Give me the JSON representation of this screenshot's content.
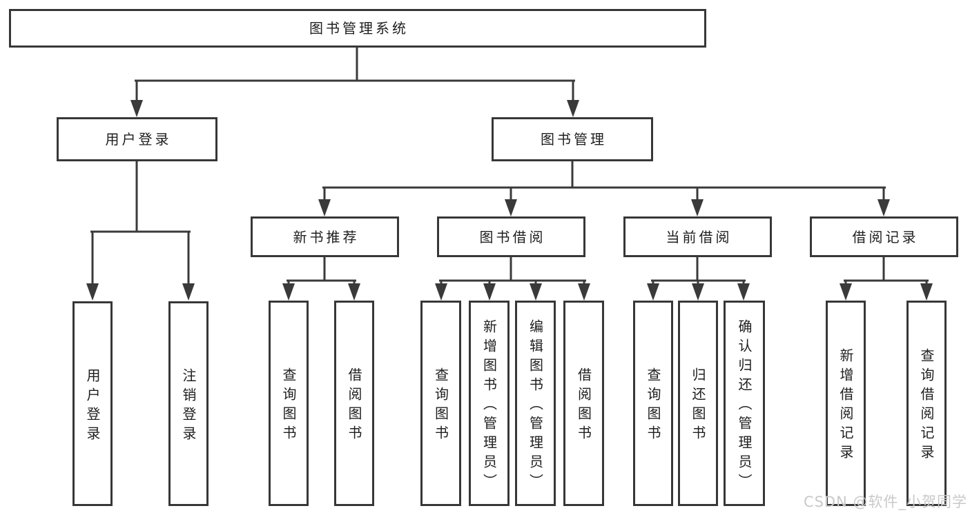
{
  "diagram": {
    "root": {
      "label": "图书管理系统"
    },
    "level2": [
      {
        "label": "用户登录",
        "children": [
          {
            "label": "用户登录"
          },
          {
            "label": "注销登录"
          }
        ]
      },
      {
        "label": "图书管理",
        "sections": [
          {
            "label": "新书推荐",
            "children": [
              {
                "label": "查询图书"
              },
              {
                "label": "借阅图书"
              }
            ]
          },
          {
            "label": "图书借阅",
            "children": [
              {
                "label": "查询图书"
              },
              {
                "label": "新增图书（管理员）"
              },
              {
                "label": "编辑图书（管理员）"
              },
              {
                "label": "借阅图书"
              }
            ]
          },
          {
            "label": "当前借阅",
            "children": [
              {
                "label": "查询图书"
              },
              {
                "label": "归还图书"
              },
              {
                "label": "确认归还（管理员）"
              }
            ]
          },
          {
            "label": "借阅记录",
            "children": [
              {
                "label": "新增借阅记录"
              },
              {
                "label": "查询借阅记录"
              }
            ]
          }
        ]
      }
    ]
  },
  "watermark": {
    "text": "CSDN @软件_小贺同学"
  },
  "colors": {
    "line": "#3a3a3a",
    "box_border": "#373737",
    "text": "#1e1e1e",
    "watermark": "#c9c9c9",
    "background": "#ffffff"
  }
}
